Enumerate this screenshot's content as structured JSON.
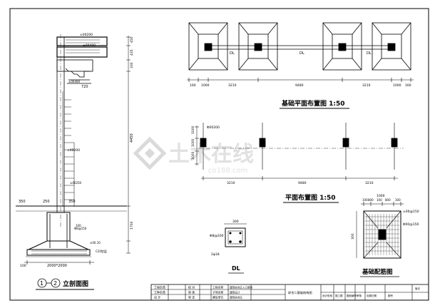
{
  "watermark": {
    "brand": "土木在线",
    "url": "co188.com"
  },
  "section": {
    "title": "立剖面图",
    "marker_a": "1",
    "marker_b": "2",
    "beam_labels": [
      "±00200",
      "±00400"
    ],
    "tier_dims": [
      "450",
      "435",
      "330",
      "4450",
      "1700"
    ],
    "mid_dim": "720",
    "mid_label": "±00400",
    "ladder_labels": [
      "±00200",
      "±00250",
      "4450"
    ],
    "ground_dims": [
      "350",
      "250",
      "350"
    ],
    "base_dims": [
      "2000*2000",
      "100"
    ],
    "base_labels": [
      "C20垫层",
      "±00.10",
      "Φ8@150",
      "100"
    ]
  },
  "foundation_plan": {
    "title": "基础平面布置图 1:50",
    "beam_labels": [
      "DL",
      "DL",
      "DL"
    ],
    "dims": [
      "160",
      "1000",
      "3210",
      "9480",
      "3210",
      "1000",
      "160"
    ]
  },
  "column_plan": {
    "title": "平面布置图 1:50",
    "left_dims": [
      "1000",
      "1000",
      "1000"
    ],
    "top_label": "Φ00200",
    "dims": [
      "3210",
      "9480",
      "3210"
    ]
  },
  "dl_detail": {
    "title": "DL",
    "top_label": "Φ8@200",
    "bottom_label": "2φ18",
    "dim": "300"
  },
  "footing_detail": {
    "title": "基础配筋图",
    "top_dims": [
      "100",
      "800",
      "100",
      "800",
      "100"
    ],
    "right_labels": [
      "±00@150",
      "Φ00@150"
    ],
    "left_dim": "300",
    "dim_1000": "1000"
  },
  "title_block": {
    "rows": [
      [
        "工程负责",
        "",
        "校 对",
        "",
        "工程名称",
        "建筑综合区入口牌坊",
        "",
        "",
        "",
        "",
        "",
        ""
      ],
      [
        "工种负责",
        "",
        "审 核",
        "",
        "子项名称",
        "建筑设计",
        "",
        "",
        "",
        "",
        "",
        ""
      ],
      [
        "设 计",
        "",
        "审 定",
        "",
        "建设单位",
        "建筑综合区",
        "",
        "",
        "",
        "",
        "",
        ""
      ]
    ],
    "drawing_name": "综合二基础结构图",
    "cells": [
      "设计阶段",
      "施工图",
      "图纸编号",
      "审核",
      "出图日期",
      "图号",
      "版次"
    ]
  }
}
